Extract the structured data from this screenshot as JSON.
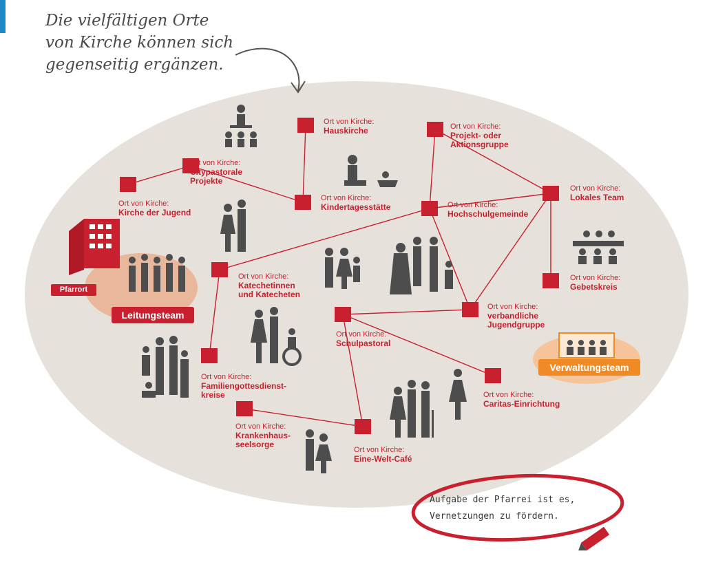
{
  "headline": [
    "Die vielfältigen Orte",
    "von Kirche können sich",
    "gegenseitig ergänzen."
  ],
  "nodes": [
    {
      "id": "citypastorale",
      "prefix": "Ort von Kirche:",
      "name": [
        "Citypastorale",
        "Projekte"
      ]
    },
    {
      "id": "hauskirche",
      "prefix": "Ort von Kirche:",
      "name": [
        "Hauskirche"
      ]
    },
    {
      "id": "projekt",
      "prefix": "Ort von Kirche:",
      "name": [
        "Projekt- oder",
        "Aktionsgruppe"
      ]
    },
    {
      "id": "kirche-der-jugend",
      "prefix": "Ort von Kirche:",
      "name": [
        "Kirche der Jugend"
      ]
    },
    {
      "id": "kindertagesstaette",
      "prefix": "Ort von Kirche:",
      "name": [
        "Kindertagesstätte"
      ]
    },
    {
      "id": "hochschulgemeinde",
      "prefix": "Ort von Kirche:",
      "name": [
        "Hochschulgemeinde"
      ]
    },
    {
      "id": "lokales-team",
      "prefix": "Ort von Kirche:",
      "name": [
        "Lokales Team"
      ]
    },
    {
      "id": "katechetinnen",
      "prefix": "Ort von Kirche:",
      "name": [
        "Katechetinnen",
        "und Katecheten"
      ]
    },
    {
      "id": "gebetskreis",
      "prefix": "Ort von Kirche:",
      "name": [
        "Gebetskreis"
      ]
    },
    {
      "id": "jugendgruppe",
      "prefix": "Ort von Kirche:",
      "name": [
        "verbandliche",
        "Jugendgruppe"
      ]
    },
    {
      "id": "schulpastoral",
      "prefix": "Ort von Kirche:",
      "name": [
        "Schulpastoral"
      ]
    },
    {
      "id": "familiengottesdienst",
      "prefix": "Ort von Kirche:",
      "name": [
        "Familiengottesdienst-",
        "kreise"
      ]
    },
    {
      "id": "caritas",
      "prefix": "Ort von Kirche:",
      "name": [
        "Caritas-Einrichtung"
      ]
    },
    {
      "id": "krankenhaus",
      "prefix": "Ort von Kirche:",
      "name": [
        "Krankenhaus-",
        "seelsorge"
      ]
    },
    {
      "id": "eine-welt-cafe",
      "prefix": "Ort von Kirche:",
      "name": [
        "Eine-Welt-Café"
      ]
    }
  ],
  "edges": [
    [
      "kirche-der-jugend",
      "citypastorale"
    ],
    [
      "citypastorale",
      "kindertagesstaette"
    ],
    [
      "hauskirche",
      "kindertagesstaette"
    ],
    [
      "projekt",
      "hochschulgemeinde"
    ],
    [
      "projekt",
      "lokales-team"
    ],
    [
      "lokales-team",
      "hochschulgemeinde"
    ],
    [
      "lokales-team",
      "gebetskreis"
    ],
    [
      "lokales-team",
      "jugendgruppe"
    ],
    [
      "hochschulgemeinde",
      "katechetinnen"
    ],
    [
      "hochschulgemeinde",
      "jugendgruppe"
    ],
    [
      "katechetinnen",
      "familiengottesdienst"
    ],
    [
      "schulpastoral",
      "jugendgruppe"
    ],
    [
      "schulpastoral",
      "caritas"
    ],
    [
      "schulpastoral",
      "eine-welt-cafe"
    ],
    [
      "krankenhaus",
      "eine-welt-cafe"
    ]
  ],
  "labels": {
    "pfarrort": "Pfarrort",
    "leitungsteam": "Leitungsteam",
    "verwaltungsteam": "Verwaltungsteam"
  },
  "note": [
    "Aufgabe der Pfarrei ist es,",
    "Vernetzungen zu fördern."
  ],
  "colors": {
    "accent": "#c8202e",
    "oval": "#e6e1da",
    "figure": "#4d4d4d",
    "verwaltung": "#f08a24",
    "glow": "#e8b79c",
    "orange_glow": "#f6c49a"
  }
}
